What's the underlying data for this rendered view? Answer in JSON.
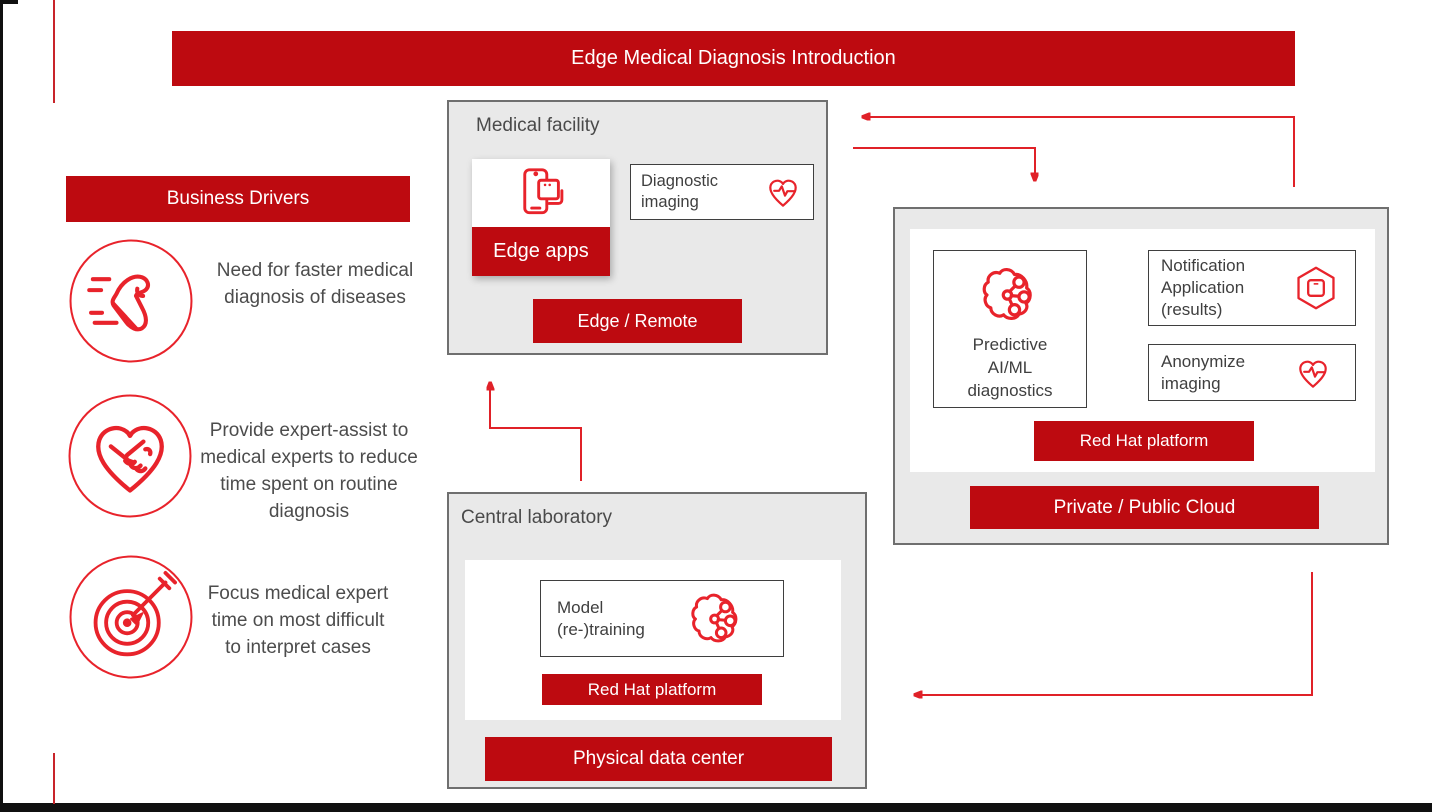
{
  "title_banner": {
    "label": "Edge Medical Diagnosis Introduction"
  },
  "business_drivers": {
    "heading": "Business Drivers",
    "items": [
      {
        "icon": "running-shoe-speed-icon",
        "text": "Need for faster medical diagnosis of diseases"
      },
      {
        "icon": "handshake-heart-icon",
        "text": "Provide expert-assist to medical experts to reduce time spent on routine diagnosis"
      },
      {
        "icon": "target-bullseye-arrow-icon",
        "text": "Focus medical expert time on most difficult to interpret cases"
      }
    ]
  },
  "medical_facility": {
    "title": "Medical facility",
    "edge_apps": {
      "label": "Edge apps",
      "icon": "mobile-apps-icon"
    },
    "diagnostic_imaging": {
      "label": "Diagnostic imaging",
      "icon": "heart-pulse-icon"
    },
    "zone_banner": "Edge / Remote"
  },
  "central_laboratory": {
    "title": "Central laboratory",
    "model_training": {
      "label": "Model (re-)training",
      "icon": "ai-brain-circuit-icon"
    },
    "platform_banner": "Red Hat platform",
    "zone_banner": "Physical data center"
  },
  "cloud": {
    "predictive": {
      "label": "Predictive AI/ML diagnostics",
      "icon": "ai-brain-circuit-icon"
    },
    "notification": {
      "label": "Notification Application (results)",
      "icon": "hexagon-app-icon"
    },
    "anonymize": {
      "label": "Anonymize imaging",
      "icon": "heart-pulse-icon"
    },
    "platform_banner": "Red Hat platform",
    "zone_banner": "Private / Public Cloud"
  },
  "colors": {
    "banner_red": "#bd0a10",
    "icon_red": "#e8232b",
    "panel_gray": "#e9e9e9",
    "panel_border": "#6f6f6f",
    "text_dark": "#4c4c4c"
  }
}
